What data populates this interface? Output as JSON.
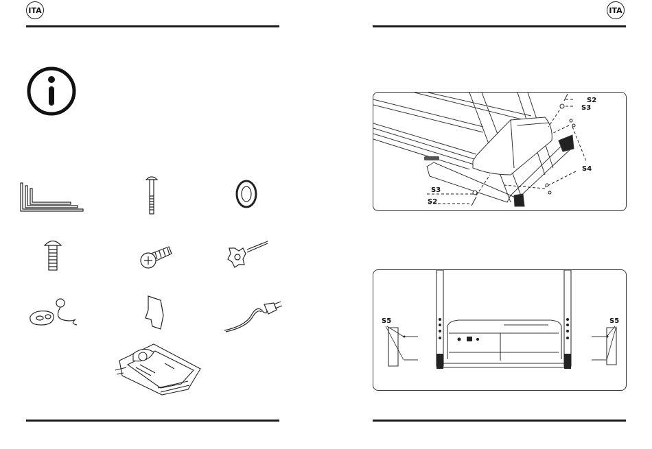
{
  "left_page": {
    "language_badge": "ITA",
    "info_icon": "info-icon",
    "parts": [
      {
        "icon": "allen-keys-icon"
      },
      {
        "icon": "long-bolt-icon"
      },
      {
        "icon": "spring-washer-icon"
      },
      {
        "icon": "short-bolt-icon"
      },
      {
        "icon": "phillips-screw-icon"
      },
      {
        "icon": "combination-wrench-icon"
      },
      {
        "icon": "safety-key-icon"
      },
      {
        "icon": "cover-plate-icon"
      },
      {
        "icon": "power-cord-icon"
      },
      {
        "icon": "treadmill-icon"
      }
    ]
  },
  "right_page": {
    "language_badge": "ITA",
    "figure1": {
      "labels": {
        "s2_top": "S2",
        "s3_top": "S3",
        "s4": "S4",
        "s3_bottom": "S3",
        "s2_bottom": "S2"
      }
    },
    "figure2": {
      "labels": {
        "s5_left": "S5",
        "s5_right": "S5"
      }
    }
  }
}
